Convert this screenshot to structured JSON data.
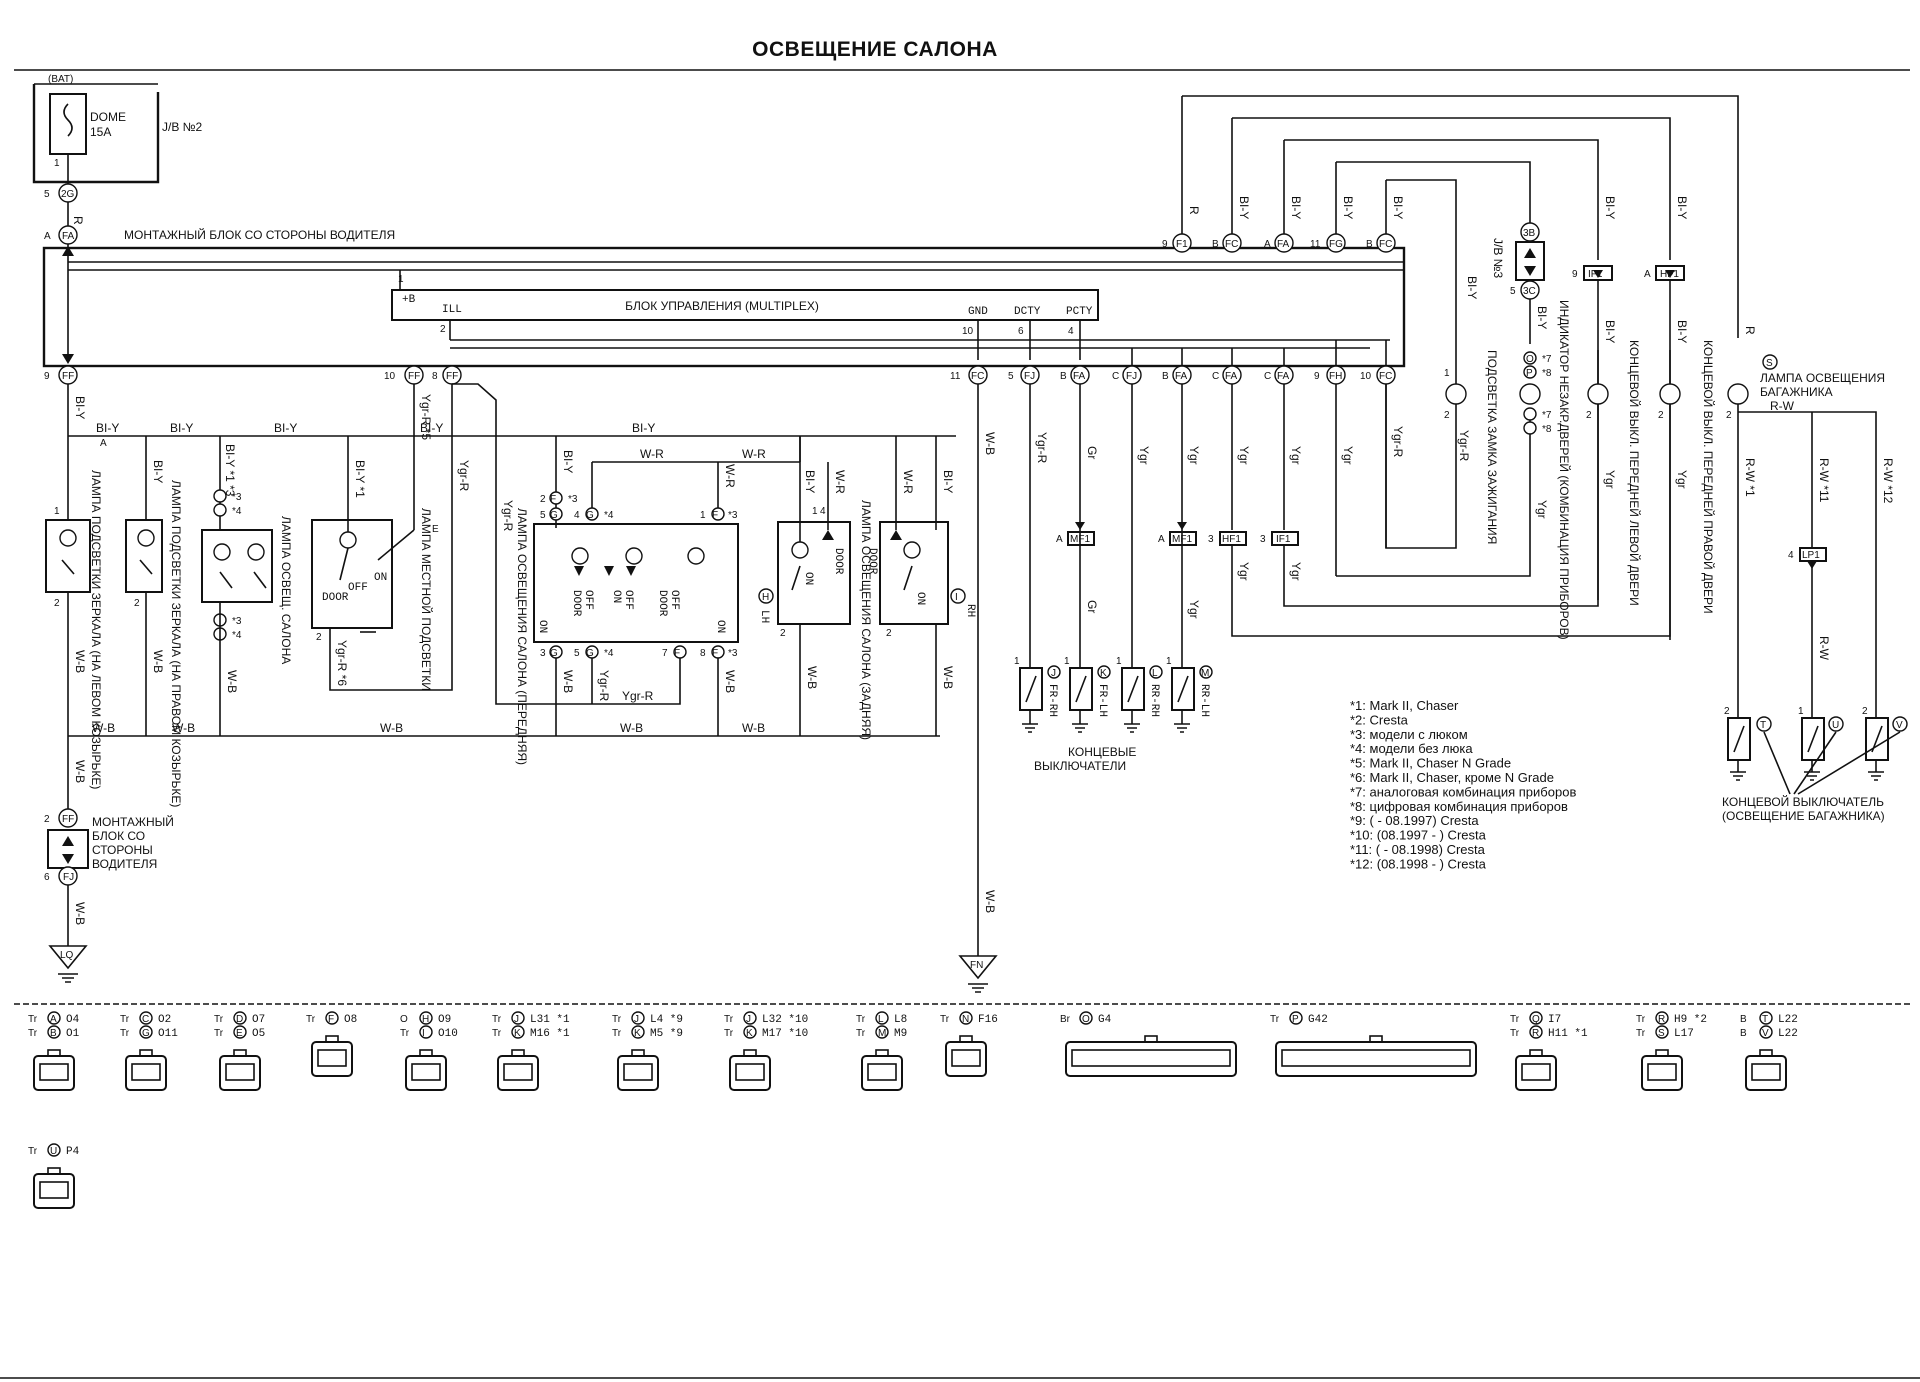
{
  "title": "ОСВЕЩЕНИЕ САЛОНА",
  "bat": "(BAT)",
  "fuse": {
    "name": "DOME",
    "rating": "15A"
  },
  "jb2": "J/B №2",
  "jb3": "J/B №3",
  "driver_block": "МОНТАЖНЫЙ БЛОК СО СТОРОНЫ ВОДИТЕЛЯ",
  "driver_block_lower": [
    "МОНТАЖНЫЙ",
    "БЛОК СО",
    "СТОРОНЫ",
    "ВОДИТЕЛЯ"
  ],
  "ecu": {
    "label": "БЛОК УПРАВЛЕНИЯ (MULTIPLEX)",
    "plus_b": "+B",
    "ill": "ILL",
    "gnd": "GND",
    "dcty": "DCTY",
    "pcty": "PCTY"
  },
  "wires": {
    "r": "R",
    "bly": "BI-Y",
    "wb": "W-B",
    "wr": "W-R",
    "ygr": "Ygr",
    "ygrr": "Ygr-R",
    "gr": "Gr",
    "rw": "R-W",
    "blyr": "BI-Y"
  },
  "wire_marks": {
    "bly1": "BI-Y *1",
    "bly13": "BI-Y *1 *3",
    "ygr_r5": "Ygr-R *5",
    "ygr_r6": "Ygr-R *6",
    "rw1": "R-W *1",
    "rw11": "R-W *11",
    "rw12": "R-W *12"
  },
  "components": {
    "a": "ЛАМПА ПОДСВЕТКИ ЗЕРКАЛА (НА ЛЕВОМ КОЗЫРЬКЕ)",
    "b": "ЛАМПА ПОДСВЕТКИ ЗЕРКАЛА (НА ПРАВОМ КОЗЫРЬКЕ)",
    "cd": "ЛАМПА ОСВЕЩ. САЛОНА",
    "e": "ЛАМПА МЕСТНОЙ ПОДСВЕТКИ",
    "fg": "ЛАМПА ОСВЕЩЕНИЯ САЛОНА (ПЕРЕДНЯЯ)",
    "hi": "ЛАМПА ОСВЕЩЕНИЯ САЛОНА (ЗАДНЯЯ)",
    "n": "ПОДСВЕТКА ЗАМКА ЗАЖИГАНИЯ",
    "op": "ИНДИКАТОР НЕЗАКР.ДВЕРЕЙ (КОМБИНАЦИЯ ПРИБОРОВ)",
    "q": "КОНЦЕВОЙ ВЫКЛ. ПЕРЕДНЕЙ ЛЕВОЙ ДВЕРИ",
    "r": "КОНЦЕВОЙ ВЫКЛ. ПЕРЕДНЕЙ ПРАВОЙ ДВЕРИ",
    "s": "ЛАМПА ОСВЕЩЕНИЯ БАГАЖНИКА",
    "end_switches": [
      "КОНЦЕВЫЕ",
      "ВЫКЛЮЧАТЕЛИ"
    ],
    "trunk_switch": [
      "КОНЦЕВОЙ ВЫКЛЮЧАТЕЛЬ",
      "(ОСВЕЩЕНИЕ БАГАЖНИКА)"
    ]
  },
  "switch_words": {
    "door": "DOOR",
    "off": "OFF",
    "on": "ON",
    "lh": "LH",
    "rh": "RH",
    "fr_rh": "FR-RH",
    "fr_lh": "FR-LH",
    "rr_rh": "RR-RH",
    "rr_lh": "RR-LH"
  },
  "grounds": {
    "lq": "LQ",
    "fn": "FN"
  },
  "notes": [
    "*1: Mark II, Chaser",
    "*2: Cresta",
    "*3: модели с люком",
    "*4: модели без люка",
    "*5: Mark II, Chaser N Grade",
    "*6: Mark II, Chaser, кроме N Grade",
    "*7: аналоговая комбинация приборов",
    "*8: цифровая комбинация приборов",
    "*9: ( - 08.1997) Cresta",
    "*10: (08.1997 - ) Cresta",
    "*11: ( - 08.1998) Cresta",
    "*12: (08.1998 - ) Cresta"
  ],
  "connectors": [
    {
      "rows": [
        [
          "Tr",
          "A",
          "O4"
        ],
        [
          "Tr",
          "B",
          "O1"
        ]
      ]
    },
    {
      "rows": [
        [
          "Tr",
          "C",
          "O2"
        ],
        [
          "Tr",
          "G",
          "O11"
        ]
      ]
    },
    {
      "rows": [
        [
          "Tr",
          "D",
          "O7"
        ],
        [
          "Tr",
          "E",
          "O5"
        ]
      ]
    },
    {
      "rows": [
        [
          "Tr",
          "F",
          "O8"
        ]
      ]
    },
    {
      "rows": [
        [
          "O",
          "H",
          "O9"
        ],
        [
          "Tr",
          "I",
          "O10"
        ]
      ]
    },
    {
      "rows": [
        [
          "Tr",
          "J",
          "L31 *1"
        ],
        [
          "Tr",
          "K",
          "M16 *1"
        ]
      ]
    },
    {
      "rows": [
        [
          "Tr",
          "J",
          "L4 *9"
        ],
        [
          "Tr",
          "K",
          "M5 *9"
        ]
      ]
    },
    {
      "rows": [
        [
          "Tr",
          "J",
          "L32 *10"
        ],
        [
          "Tr",
          "K",
          "M17 *10"
        ]
      ]
    },
    {
      "rows": [
        [
          "Tr",
          "L",
          "L8"
        ],
        [
          "Tr",
          "M",
          "M9"
        ]
      ]
    },
    {
      "rows": [
        [
          "Tr",
          "N",
          "F16"
        ]
      ]
    },
    {
      "rows": [
        [
          "Br",
          "O",
          "G4"
        ]
      ]
    },
    {
      "rows": [
        [
          "Tr",
          "P",
          "G42"
        ]
      ]
    },
    {
      "rows": [
        [
          "Tr",
          "Q",
          "I7"
        ],
        [
          "Tr",
          "R",
          "H11 *1"
        ]
      ]
    },
    {
      "rows": [
        [
          "Tr",
          "R",
          "H9 *2"
        ],
        [
          "Tr",
          "S",
          "L17"
        ]
      ]
    },
    {
      "rows": [
        [
          "B",
          "T",
          "L22"
        ],
        [
          "B",
          "V",
          "L22"
        ]
      ]
    },
    {
      "rows": [
        [
          "Tr",
          "U",
          "P4"
        ]
      ]
    }
  ]
}
